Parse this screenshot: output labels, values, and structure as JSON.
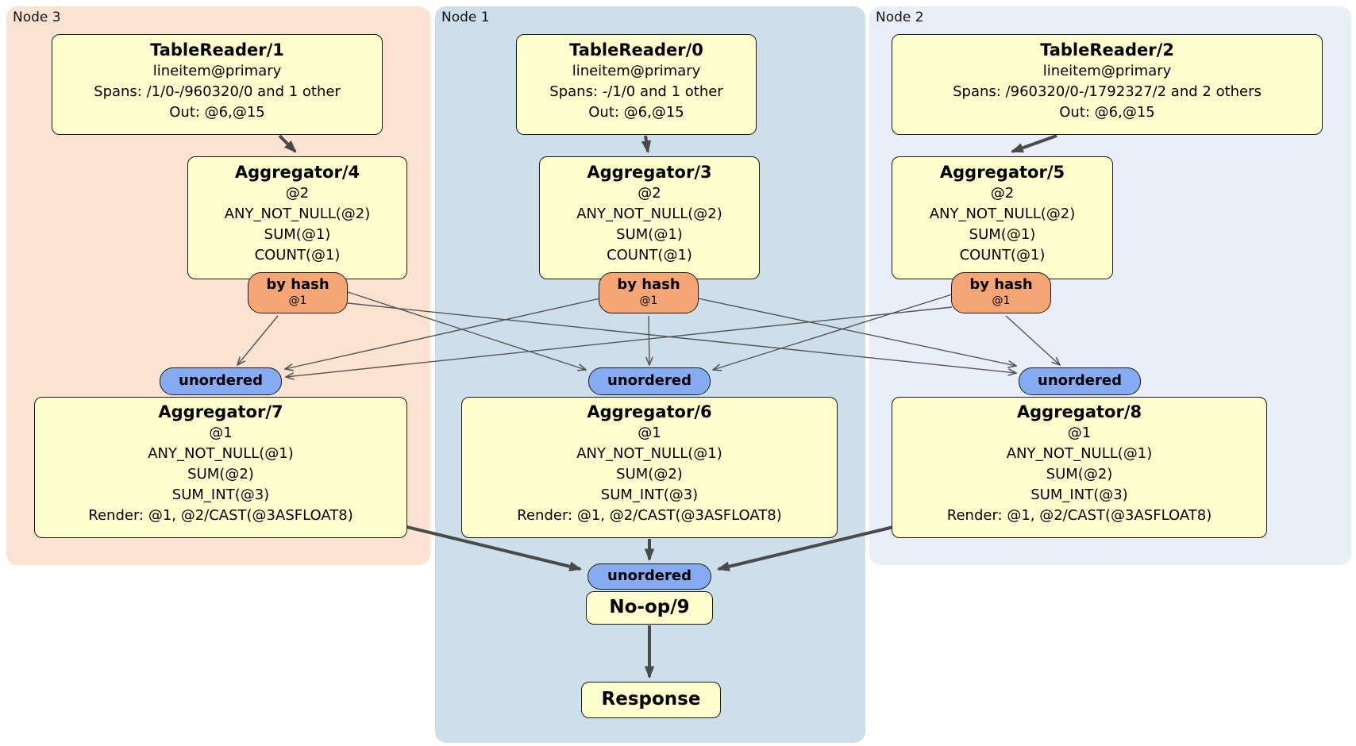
{
  "regions": {
    "node3": {
      "label": "Node 3"
    },
    "node1": {
      "label": "Node 1"
    },
    "node2": {
      "label": "Node 2"
    }
  },
  "processors": {
    "tr1": {
      "title": "TableReader/1",
      "lines": [
        "lineitem@primary",
        "Spans: /1/0-/960320/0 and 1 other",
        "Out: @6,@15"
      ]
    },
    "tr0": {
      "title": "TableReader/0",
      "lines": [
        "lineitem@primary",
        "Spans: -/1/0 and 1 other",
        "Out: @6,@15"
      ]
    },
    "tr2": {
      "title": "TableReader/2",
      "lines": [
        "lineitem@primary",
        "Spans: /960320/0-/1792327/2 and 2 others",
        "Out: @6,@15"
      ]
    },
    "agg4": {
      "title": "Aggregator/4",
      "lines": [
        "@2",
        "ANY_NOT_NULL(@2)",
        "SUM(@1)",
        "COUNT(@1)"
      ]
    },
    "agg3": {
      "title": "Aggregator/3",
      "lines": [
        "@2",
        "ANY_NOT_NULL(@2)",
        "SUM(@1)",
        "COUNT(@1)"
      ]
    },
    "agg5": {
      "title": "Aggregator/5",
      "lines": [
        "@2",
        "ANY_NOT_NULL(@2)",
        "SUM(@1)",
        "COUNT(@1)"
      ]
    },
    "agg7": {
      "title": "Aggregator/7",
      "lines": [
        "@1",
        "ANY_NOT_NULL(@1)",
        "SUM(@2)",
        "SUM_INT(@3)",
        "Render: @1, @2/CAST(@3ASFLOAT8)"
      ]
    },
    "agg6": {
      "title": "Aggregator/6",
      "lines": [
        "@1",
        "ANY_NOT_NULL(@1)",
        "SUM(@2)",
        "SUM_INT(@3)",
        "Render: @1, @2/CAST(@3ASFLOAT8)"
      ]
    },
    "agg8": {
      "title": "Aggregator/8",
      "lines": [
        "@1",
        "ANY_NOT_NULL(@1)",
        "SUM(@2)",
        "SUM_INT(@3)",
        "Render: @1, @2/CAST(@3ASFLOAT8)"
      ]
    },
    "noop": {
      "title": "No-op/9"
    },
    "response": {
      "title": "Response"
    }
  },
  "routers": {
    "hash4": {
      "label": "by hash",
      "detail": "@1"
    },
    "hash3": {
      "label": "by hash",
      "detail": "@1"
    },
    "hash5": {
      "label": "by hash",
      "detail": "@1"
    }
  },
  "syncs": {
    "uno7": {
      "label": "unordered"
    },
    "uno6": {
      "label": "unordered"
    },
    "uno8": {
      "label": "unordered"
    },
    "unoFinal": {
      "label": "unordered"
    }
  },
  "colors": {
    "node3_bg": "#fce2d0",
    "node1_bg": "#cddfeb",
    "node2_bg": "#e9eef8",
    "processor_bg": "#ffffcd",
    "router_bg": "#f6a674",
    "sync_bg": "#85abf2",
    "edge": "#4a4a4a"
  }
}
